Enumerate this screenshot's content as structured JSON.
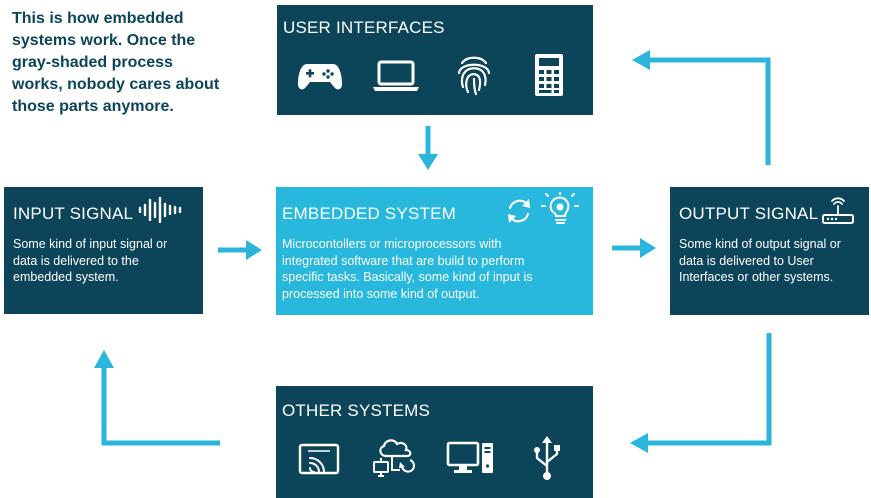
{
  "intro": {
    "lines": [
      "This is how embedded",
      "systems work. Once the",
      "gray-shaded process",
      "works, nobody cares about",
      "those parts anymore."
    ]
  },
  "user_interfaces": {
    "title": "USER INTERFACES",
    "icons": [
      "gamepad-icon",
      "laptop-icon",
      "fingerprint-icon",
      "calculator-icon"
    ]
  },
  "input_signal": {
    "title": "INPUT SIGNAL",
    "icon": "soundwave-icon",
    "text_lines": [
      "Some kind of input signal or",
      "data is delivered  to the",
      "embedded system."
    ]
  },
  "embedded_system": {
    "title": "EMBEDDED SYSTEM",
    "icons": [
      "refresh-icon",
      "lightbulb-gear-icon"
    ],
    "text_lines": [
      "Microcontollers or microprocessors  with",
      "integrated software that are build to perform",
      "specific tasks. Basically, some kind of input is",
      "processed  into some kind of output."
    ]
  },
  "output_signal": {
    "title": "OUTPUT SIGNAL",
    "icon": "router-icon",
    "text_lines": [
      "Some kind of output signal or",
      "data is delivered  to User",
      "Interfaces or other systems."
    ]
  },
  "other_systems": {
    "title": "OTHER SYSTEMS",
    "icons": [
      "cast-screen-icon",
      "cloud-network-icon",
      "desktop-computer-icon",
      "usb-icon"
    ]
  },
  "colors": {
    "dark": "#0c4559",
    "light": "#29b8dd",
    "arrow": "#2ab6dc"
  }
}
